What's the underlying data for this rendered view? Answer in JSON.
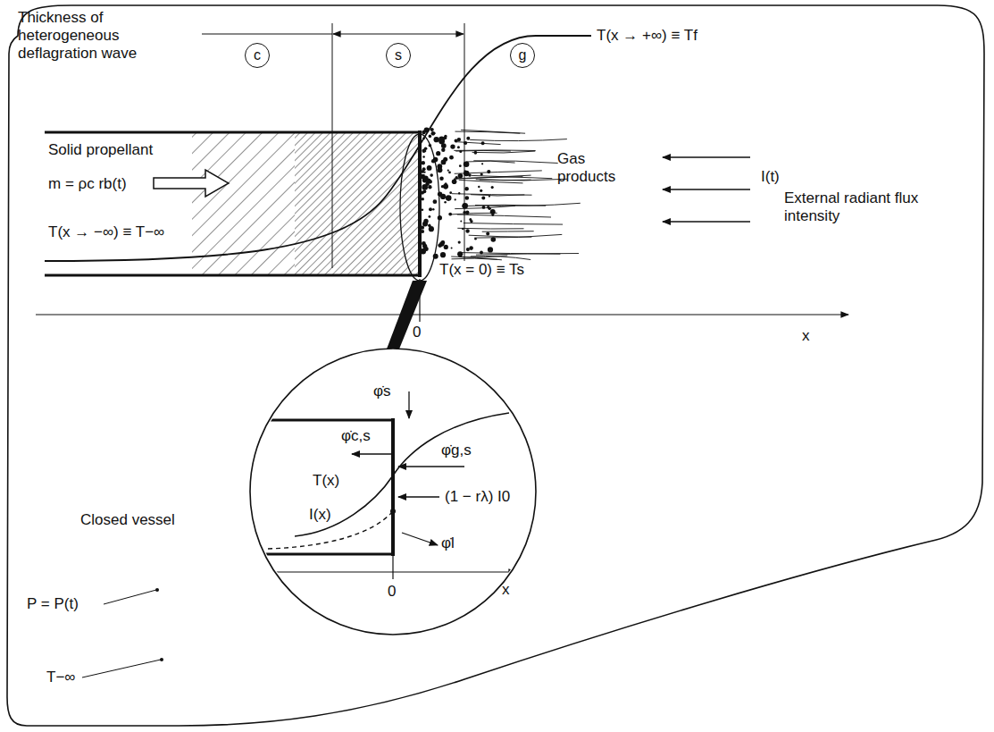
{
  "diagram": {
    "nodes": [
      {
        "text": [
          "c"
        ]
      },
      {
        "text": [
          "s"
        ]
      },
      {
        "text": [
          "g"
        ]
      }
    ],
    "labels": [
      "Thickness of heterogeneous deflagration wave",
      "T(x → +∞) ≡ Tf",
      "Solid propellant",
      "m = ρc rb(t)",
      "T(x → −∞) ≡ T−∞",
      "Gas products",
      "I(t)",
      "External radiant flux intensity",
      "T(x = 0) ≡ Ts",
      "0",
      "x",
      "Closed vessel",
      "φ̇s",
      "φ̇c,s",
      "φ̇g,s",
      "T(x)",
      "I(x)",
      "(1 − rλ) I0",
      "φ̇l",
      "0",
      "x",
      "P = P(t)",
      "T−∞"
    ]
  }
}
